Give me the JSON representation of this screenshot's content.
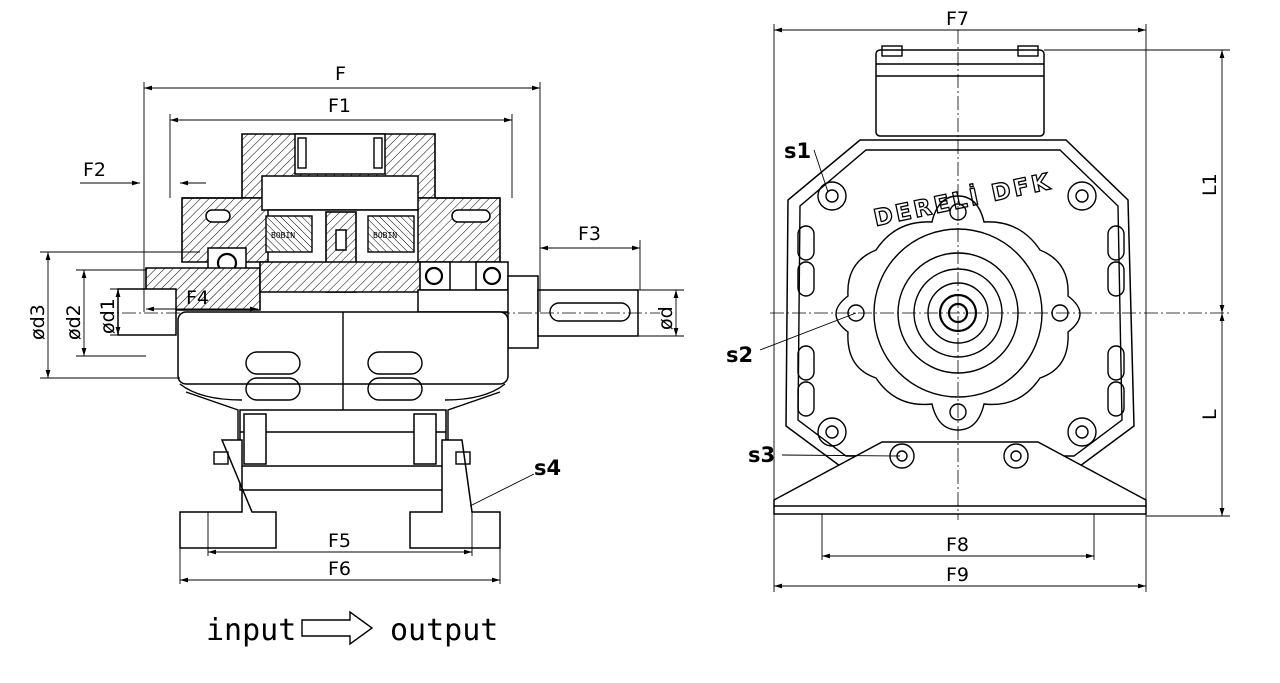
{
  "left_view": {
    "dimensions": {
      "F": "F",
      "F1": "F1",
      "F2": "F2",
      "F3": "F3",
      "F4": "F4",
      "F5": "F5",
      "F6": "F6",
      "d": "ød",
      "d1": "ød1",
      "d2": "ød2",
      "d3": "ød3"
    },
    "callouts": {
      "s4": "s4"
    },
    "coil_label": "BOBIN",
    "flow": {
      "input": "input",
      "output": "output"
    }
  },
  "right_view": {
    "dimensions": {
      "F7": "F7",
      "F8": "F8",
      "F9": "F9",
      "L": "L",
      "L1": "L1"
    },
    "callouts": {
      "s1": "s1",
      "s2": "s2",
      "s3": "s3"
    },
    "brand": "DERELİ DFK"
  },
  "icons": [
    "arrow-right-outline-icon",
    "dimension-arrow-icon"
  ]
}
